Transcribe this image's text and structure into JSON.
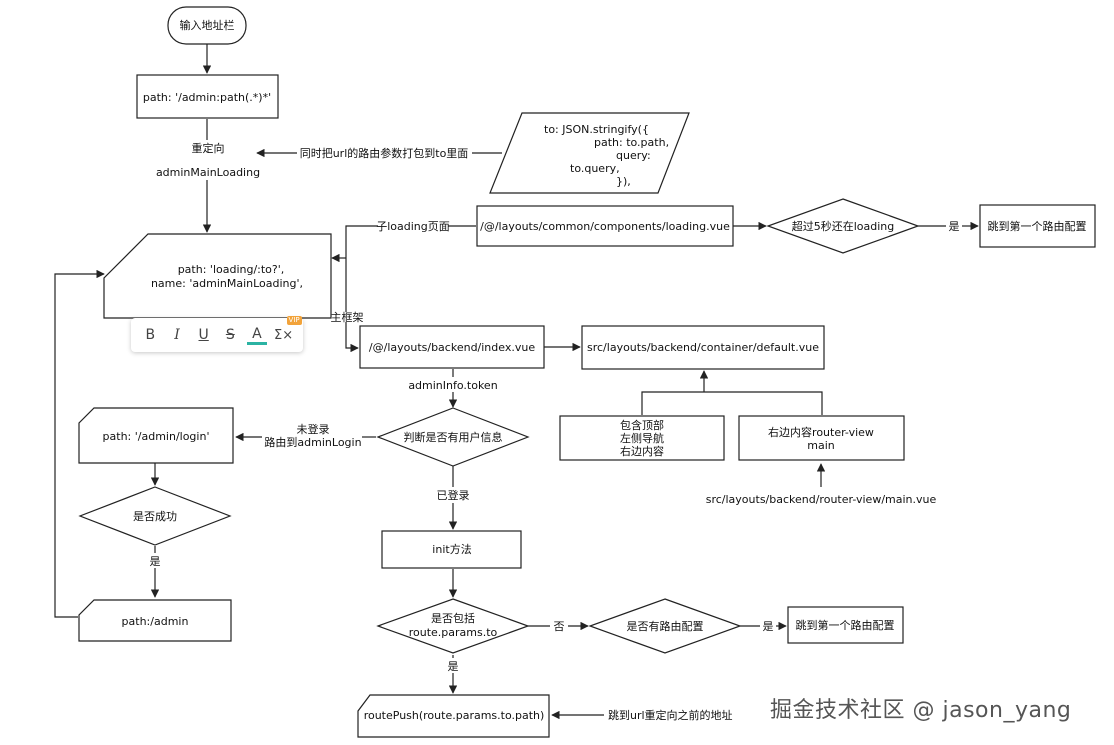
{
  "nodes": {
    "input_bar": "输入地址栏",
    "admin_path": "path: '/admin:path(.*)*'",
    "redirect": [
      "重定向",
      "adminMainLoading"
    ],
    "pack_params_label": "同时把url的路由参数打包到to里面",
    "to_json": [
      "to: JSON.stringify({",
      "path: to.path,",
      "query:",
      "to.query,",
      "}),"
    ],
    "loading_route": [
      "path: 'loading/:to?',",
      "name: 'adminMainLoading',"
    ],
    "sub_loading_label": "子loading页面",
    "loading_vue": "/@/layouts/common/components/loading.vue",
    "over_5s": "超过5秒还在loading",
    "yes_1": "是",
    "jump_first_route_1": "跳到第一个路由配置",
    "main_frame_label": "主框架",
    "backend_index": "/@/layouts/backend/index.vue",
    "container_default": "src/layouts/backend/container/default.vue",
    "admininfo_token": "adminInfo.token",
    "left_box": [
      "包含顶部",
      "左侧导航",
      "右边内容"
    ],
    "right_box": [
      "右边内容router-view",
      "main"
    ],
    "router_view_main": "src/layouts/backend/router-view/main.vue",
    "not_logged_in": [
      "未登录",
      "路由到adminLogin"
    ],
    "check_user": "判断是否有用户信息",
    "admin_login": "path: '/admin/login'",
    "logged_in": "已登录",
    "is_success": "是否成功",
    "yes_2": "是",
    "init_method": "init方法",
    "path_admin": "path:/admin",
    "contains_to": [
      "是否包括",
      "route.params.to"
    ],
    "no": "否",
    "has_route_config": "是否有路由配置",
    "yes_3": "是",
    "jump_first_route_2": "跳到第一个路由配置",
    "yes_4": "是",
    "route_push": "routePush(route.params.to.path)",
    "jump_before_redirect": "跳到url重定向之前的地址"
  },
  "toolbar": {
    "buttons": [
      "B",
      "I",
      "U",
      "S",
      "A",
      "Σ×"
    ],
    "icons": [
      "bold-icon",
      "italic-icon",
      "underline-icon",
      "strikethrough-icon",
      "font-color-icon",
      "formula-icon"
    ],
    "vip_badge": "VIP"
  },
  "watermark": "掘金技术社区 @ jason_yang"
}
